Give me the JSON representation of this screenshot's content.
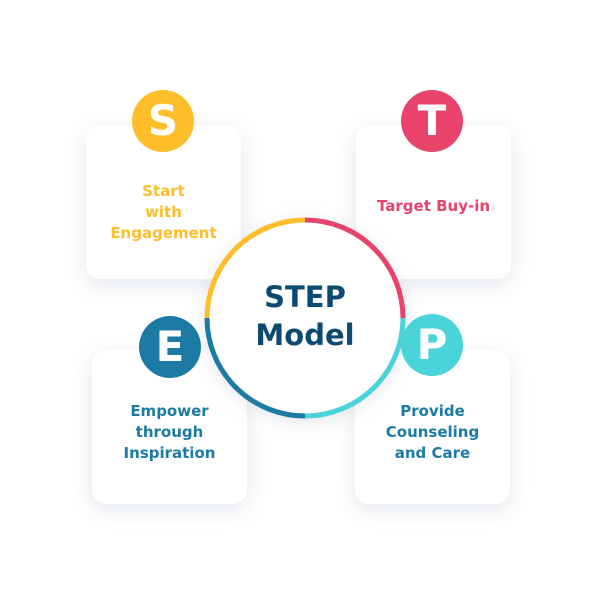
{
  "title": {
    "line1": "STEP",
    "line2": "Model"
  },
  "colors": {
    "s": "#fdbe2a",
    "t": "#e8436a",
    "e": "#1b7ba4",
    "p": "#4ad3d8",
    "title": "#0c4a72"
  },
  "steps": [
    {
      "letter": "S",
      "label": "Start\nwith\nEngagement"
    },
    {
      "letter": "T",
      "label": "Target Buy-in"
    },
    {
      "letter": "E",
      "label": "Empower\nthrough\nInspiration"
    },
    {
      "letter": "P",
      "label": "Provide\nCounseling\nand Care"
    }
  ]
}
